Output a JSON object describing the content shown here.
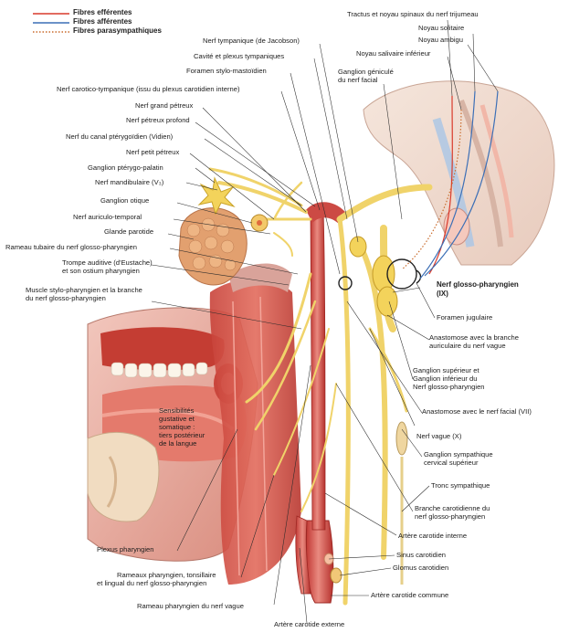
{
  "legend": {
    "items": [
      {
        "label": "Fibres efférentes",
        "color": "#d93a2b",
        "style": "solid"
      },
      {
        "label": "Fibres afférentes",
        "color": "#3c6fb6",
        "style": "solid"
      },
      {
        "label": "Fibres parasympathiques",
        "color": "#c96b2c",
        "style": "dotted"
      }
    ]
  },
  "labels": {
    "tractus_trijumeau": "Tractus et noyau spinaux du nerf trijumeau",
    "noyau_solitaire": "Noyau solitaire",
    "noyau_ambigu": "Noyau ambigu",
    "noyau_salivaire": "Noyau salivaire inférieur",
    "ganglion_genicule_1": "Ganglion géniculé",
    "ganglion_genicule_2": "du nerf facial",
    "nerf_tympanique": "Nerf tympanique (de Jacobson)",
    "cavite_plexus": "Cavité et plexus tympaniques",
    "foramen_stylo": "Foramen stylo-mastoïdien",
    "nerf_carotico": "Nerf carotico-tympanique (issu du plexus carotidien interne)",
    "grand_petreux": "Nerf grand pétreux",
    "petreux_profond": "Nerf pétreux profond",
    "canal_pterygoidien": "Nerf du canal ptérygoïdien (Vidien)",
    "petit_petreux": "Nerf petit pétreux",
    "ganglion_pterygo": "Ganglion ptérygo-palatin",
    "mandibulaire": "Nerf mandibulaire (V₃)",
    "ganglion_otique": "Ganglion otique",
    "auriculo_temporal": "Nerf auriculo-temporal",
    "glande_parotide": "Glande parotide",
    "rameau_tubaire": "Rameau tubaire du nerf glosso-pharyngien",
    "trompe_1": "Trompe auditive (d'Eustache)",
    "trompe_2": "et son ostium pharyngien",
    "muscle_stylo_1": "Muscle stylo-pharyngien et la branche",
    "muscle_stylo_2": "du nerf glosso-pharyngien",
    "glosso_1": "Nerf glosso-pharyngien",
    "glosso_2": "(IX)",
    "foramen_jugulaire": "Foramen jugulaire",
    "anastomose_aur_1": "Anastomose avec la branche",
    "anastomose_aur_2": "auriculaire du nerf vague",
    "ganglion_sup_1": "Ganglion supérieur et",
    "ganglion_sup_2": "Ganglion inférieur du",
    "ganglion_sup_3": "Nerf glosso-pharyngien",
    "anastomose_facial": "Anastomose avec le nerf facial (VII)",
    "nerf_vague": "Nerf vague (X)",
    "ganglion_symp_1": "Ganglion sympathique",
    "ganglion_symp_2": "cervical supérieur",
    "tronc_symp": "Tronc sympathique",
    "branche_carot_1": "Branche carotidienne du",
    "branche_carot_2": "nerf glosso-pharyngien",
    "carotide_interne": "Artère carotide interne",
    "sinus_carotidien": "Sinus carotidien",
    "glomus_carotidien": "Glomus carotidien",
    "carotide_commune": "Artère carotide commune",
    "carotide_externe": "Artère carotide externe",
    "rameau_pharyngien_vague": "Rameau pharyngien du nerf vague",
    "rameaux_1": "Rameaux pharyngien, tonsillaire",
    "rameaux_2": "et lingual du nerf glosso-pharyngien",
    "plexus_pharyngien": "Plexus pharyngien",
    "sensibilites_1": "Sensibilités",
    "sensibilites_2": "gustative et",
    "sensibilites_3": "somatique :",
    "sensibilites_4": "tiers postérieur",
    "sensibilites_5": "de la langue"
  }
}
